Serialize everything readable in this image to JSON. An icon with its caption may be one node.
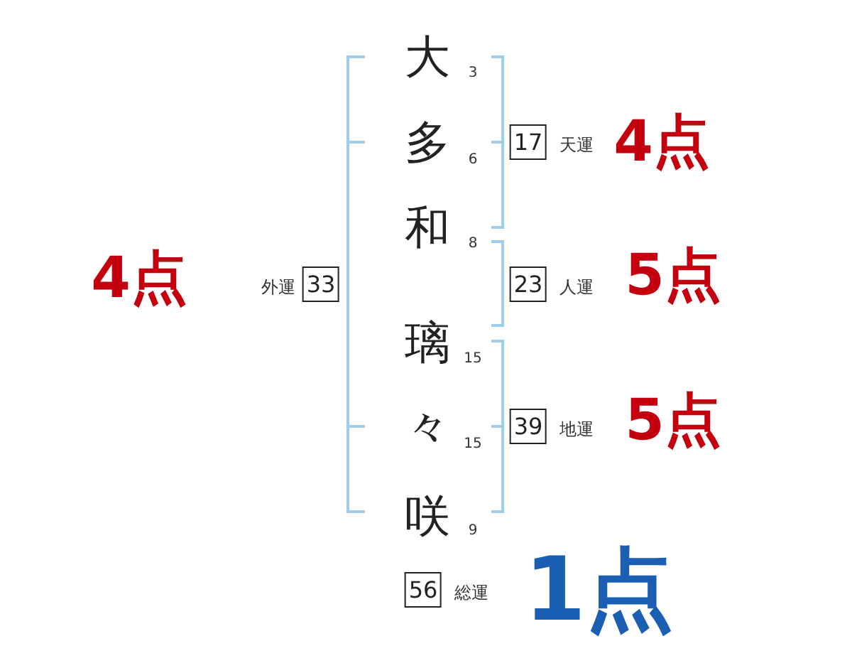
{
  "diagram": {
    "nodes": [
      {
        "text": [
          "17"
        ],
        "beside": [
          "天運"
        ]
      },
      {
        "text": [
          "33"
        ],
        "beside": [
          "外運"
        ]
      },
      {
        "text": [
          "23"
        ],
        "beside": [
          "人運"
        ]
      },
      {
        "text": [
          "39"
        ],
        "beside": [
          "地運"
        ]
      },
      {
        "text": [
          "56"
        ],
        "beside": [
          "総運"
        ]
      }
    ],
    "labels": [
      "大",
      "3",
      "多",
      "6",
      "4点",
      "和",
      "8",
      "4点",
      "5点",
      "璃",
      "15",
      "々",
      "15",
      "5点",
      "咲",
      "9",
      "1点"
    ]
  }
}
